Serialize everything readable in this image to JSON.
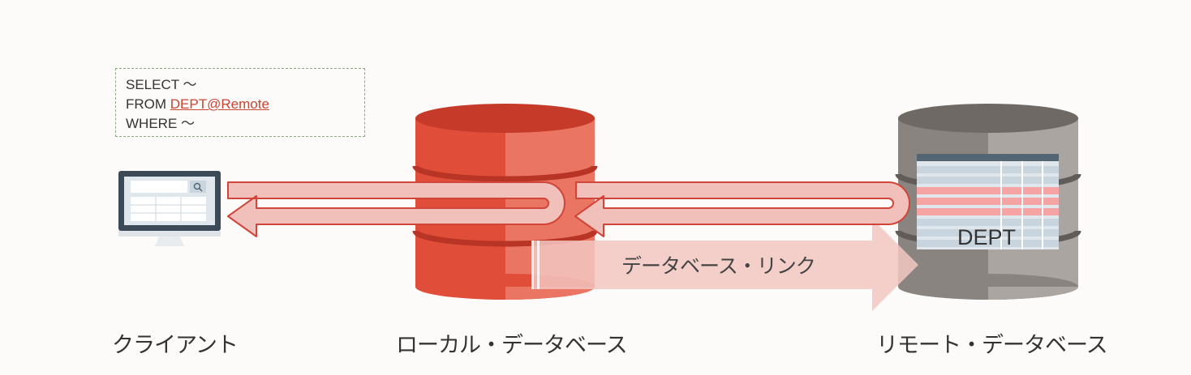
{
  "sql": {
    "line1": "SELECT ～",
    "line2_prefix": "FROM ",
    "line2_table": "DEPT@Remote",
    "line3": "WHERE ～"
  },
  "labels": {
    "client": "クライアント",
    "local_db": "ローカル・データベース",
    "remote_db": "リモート・データベース",
    "db_link": "データベース・リンク",
    "table": "DEPT"
  },
  "colors": {
    "accent": "#c74634",
    "local_db": "#e04e39",
    "remote_db": "#8a8480",
    "flow_arrow": "#f1c0ba",
    "link_arrow": "#f2c7c1",
    "highlight_rows": "#f6a3a3"
  },
  "icons": {
    "client": "monitor-icon",
    "search": "search-icon"
  }
}
